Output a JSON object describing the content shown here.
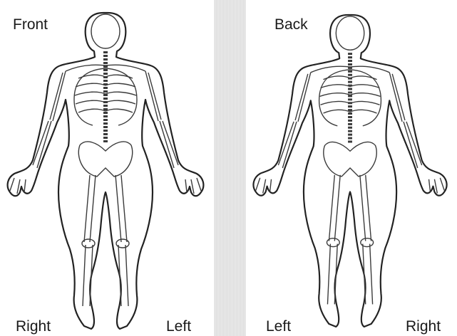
{
  "front": {
    "title": "Front",
    "side_left": "Right",
    "side_right": "Left"
  },
  "back": {
    "title": "Back",
    "side_left": "Left",
    "side_right": "Right"
  },
  "colors": {
    "outline": "#222222",
    "bone": "#3a3a3a",
    "divider": "#e2e2e2"
  }
}
